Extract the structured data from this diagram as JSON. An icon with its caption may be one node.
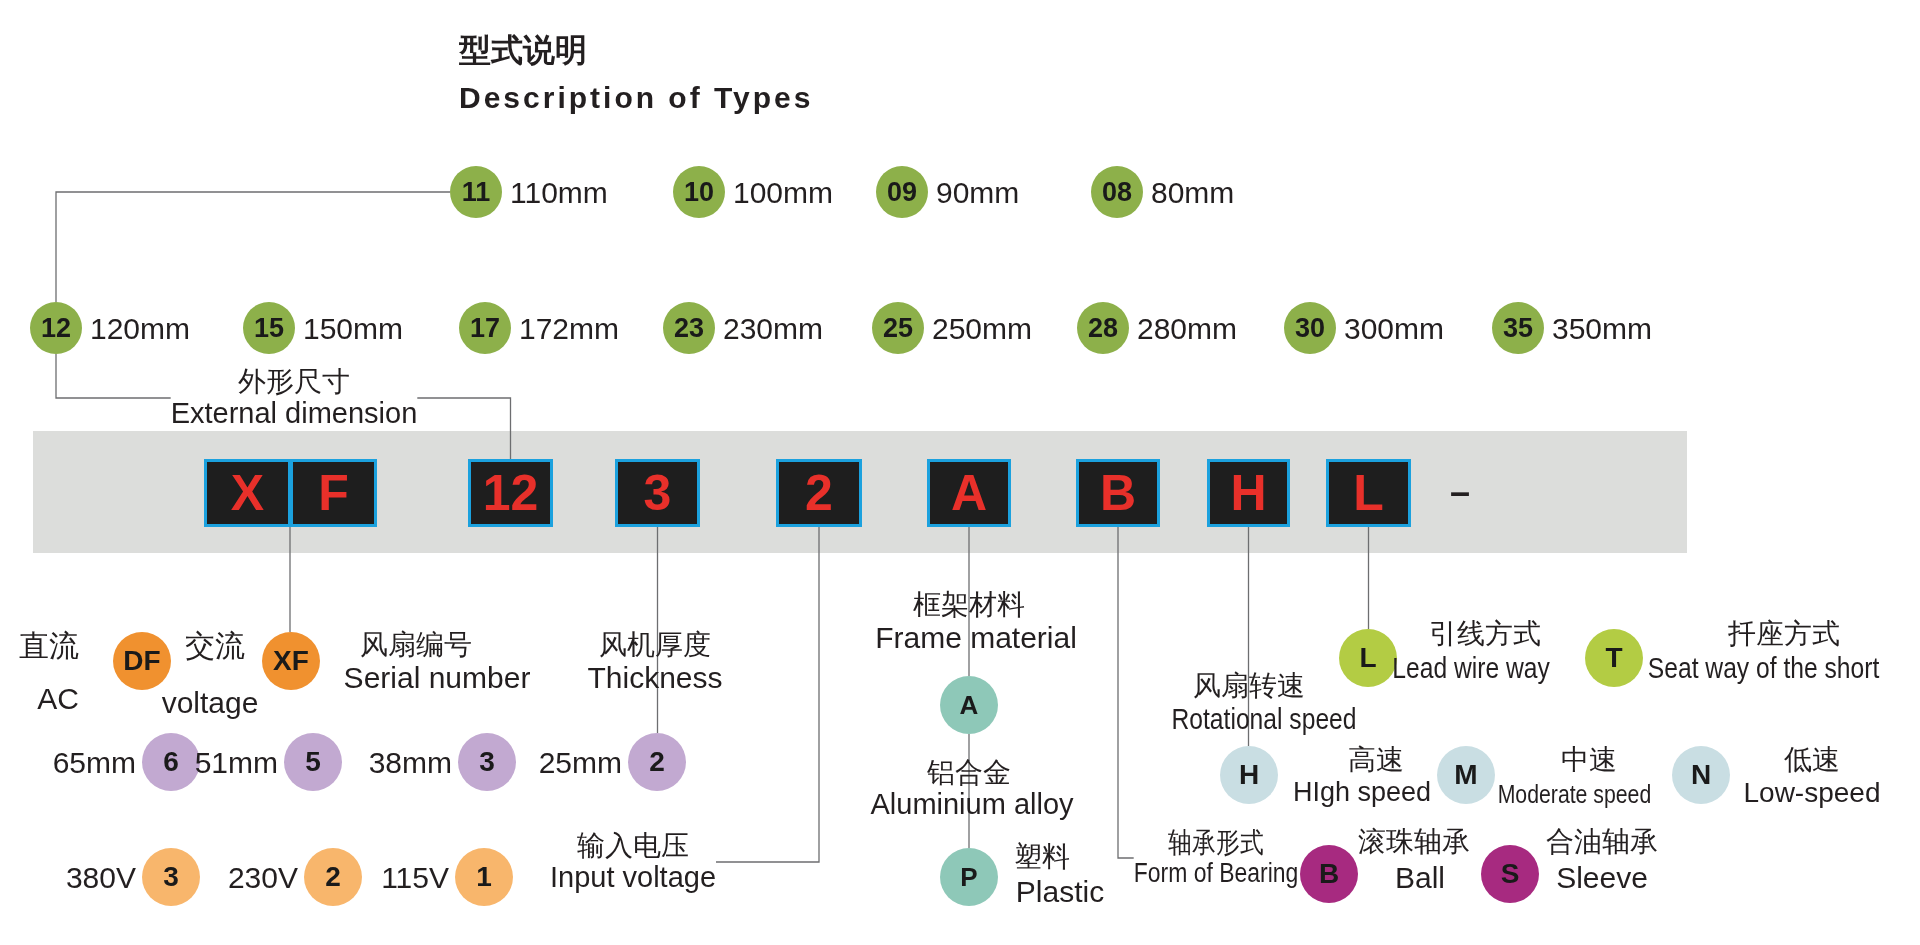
{
  "diagram": {
    "title": "型式说明",
    "nodes": [
      {
        "text": [
          "11"
        ],
        "beside": [
          "110mm"
        ]
      },
      {
        "text": [
          "10"
        ],
        "beside": [
          "100mm"
        ]
      },
      {
        "text": [
          "09"
        ],
        "beside": [
          "90mm"
        ]
      },
      {
        "text": [
          "08"
        ],
        "beside": [
          "80mm"
        ]
      },
      {
        "text": [
          "12"
        ],
        "beside": [
          "120mm"
        ]
      },
      {
        "text": [
          "15"
        ],
        "beside": [
          "150mm"
        ]
      },
      {
        "text": [
          "17"
        ],
        "beside": [
          "172mm"
        ]
      },
      {
        "text": [
          "23"
        ],
        "beside": [
          "230mm"
        ]
      },
      {
        "text": [
          "25"
        ],
        "beside": [
          "250mm"
        ]
      },
      {
        "text": [
          "28"
        ],
        "beside": [
          "280mm"
        ]
      },
      {
        "text": [
          "30"
        ],
        "beside": [
          "300mm"
        ]
      },
      {
        "text": [
          "35"
        ],
        "beside": [
          "350mm"
        ]
      },
      {
        "text": [
          "外形尺寸",
          "External dimension"
        ]
      },
      {
        "text": [],
        "shape": "bar"
      },
      {
        "text": [
          "X"
        ],
        "in": 13
      },
      {
        "text": [
          "F"
        ],
        "in": 13
      },
      {
        "text": [
          "12"
        ],
        "in": 13
      },
      {
        "text": [
          "3"
        ],
        "in": 13
      },
      {
        "text": [
          "2"
        ],
        "in": 13
      },
      {
        "text": [
          "A"
        ],
        "in": 13
      },
      {
        "text": [
          "B"
        ],
        "in": 13
      },
      {
        "text": [
          "H"
        ],
        "in": 13
      },
      {
        "text": [
          "L"
        ],
        "in": 13
      },
      {
        "text": [
          "DF"
        ],
        "beside": [
          "直流",
          "AC"
        ]
      },
      {
        "text": [
          "XF"
        ],
        "beside": [
          "交流",
          "voltage"
        ]
      },
      {
        "text": [
          "L"
        ],
        "beside": [
          "引线方式",
          "Lead wire way"
        ]
      },
      {
        "text": [
          "T"
        ],
        "beside": [
          "扦座方式",
          "Seat way of the short"
        ]
      },
      {
        "text": [
          "A"
        ],
        "beside": [
          "铝合金",
          "Aluminium alloy"
        ]
      },
      {
        "text": [
          "6"
        ],
        "beside": [
          "65mm"
        ]
      },
      {
        "text": [
          "5"
        ],
        "beside": [
          "51mm"
        ]
      },
      {
        "text": [
          "3"
        ],
        "beside": [
          "38mm"
        ]
      },
      {
        "text": [
          "2"
        ],
        "beside": [
          "25mm"
        ]
      },
      {
        "text": [
          "H"
        ],
        "beside": [
          "高速",
          "HIgh speed"
        ]
      },
      {
        "text": [
          "M"
        ],
        "beside": [
          "中速",
          "Moderate speed"
        ]
      },
      {
        "text": [
          "N"
        ],
        "beside": [
          "低速",
          "Low-speed"
        ]
      },
      {
        "text": [
          "输入电压",
          "Input voltage"
        ]
      },
      {
        "text": [
          "3"
        ],
        "beside": [
          "380V"
        ]
      },
      {
        "text": [
          "2"
        ],
        "beside": [
          "230V"
        ]
      },
      {
        "text": [
          "1"
        ],
        "beside": [
          "115V"
        ]
      },
      {
        "text": [
          "P"
        ],
        "beside": [
          "塑料",
          "Plastic"
        ]
      },
      {
        "text": [
          "轴承形式",
          "Form of Bearing"
        ]
      },
      {
        "text": [
          "B"
        ],
        "beside": [
          "滚珠轴承",
          "Ball"
        ]
      },
      {
        "text": [
          "S"
        ],
        "beside": [
          "合油轴承",
          "Sleeve"
        ]
      }
    ],
    "edges": [
      {
        "from": 0,
        "to": 4,
        "arrow": "none"
      },
      {
        "from": 12,
        "to": 4,
        "arrow": "none"
      },
      {
        "from": 12,
        "to": 16,
        "arrow": "none"
      },
      {
        "from": 15,
        "to": 24,
        "arrow": "none"
      },
      {
        "from": 17,
        "to": 31,
        "arrow": "none"
      },
      {
        "from": 18,
        "to": 35,
        "arrow": "none"
      },
      {
        "from": 19,
        "to": 27,
        "arrow": "none"
      },
      {
        "from": 27,
        "to": 39,
        "arrow": "none"
      },
      {
        "from": 20,
        "to": 40,
        "arrow": "none"
      },
      {
        "from": 21,
        "to": 32,
        "arrow": "none"
      },
      {
        "from": 22,
        "to": 25,
        "arrow": "none"
      }
    ],
    "labels": [
      "Description of Types",
      "–",
      "风扇编号",
      "Serial number",
      "风机厚度",
      "Thickness",
      "框架材料",
      "Frame material",
      "风扇转速",
      "Rotational speed"
    ]
  }
}
